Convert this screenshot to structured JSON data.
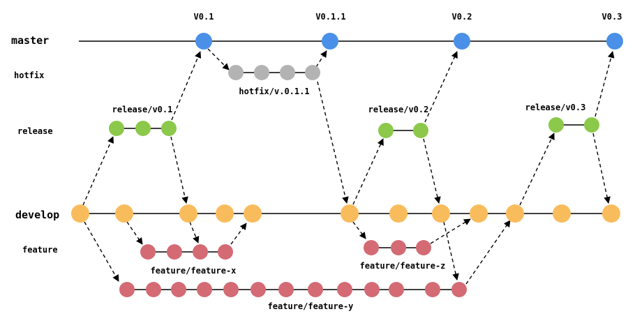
{
  "lanes": {
    "master": "master",
    "hotfix": "hotfix",
    "release": "release",
    "develop": "develop",
    "feature": "feature"
  },
  "tags": {
    "v0_1": "V0.1",
    "v0_1_1": "V0.1.1",
    "v0_2": "V0.2",
    "v0_3": "V0.3"
  },
  "branches": {
    "hotfix": "hotfix/v.0.1.1",
    "release_v0_1": "release/v0.1",
    "release_v0_2": "release/v0.2",
    "release_v0_3": "release/v0.3",
    "feature_x": "feature/feature-x",
    "feature_z": "feature/feature-z",
    "feature_y": "feature/feature-y"
  },
  "colors": {
    "master": "#4a90e8",
    "hotfix": "#b3b3b3",
    "release": "#8cc84a",
    "develop": "#f9bc5d",
    "feature": "#d46a74"
  }
}
